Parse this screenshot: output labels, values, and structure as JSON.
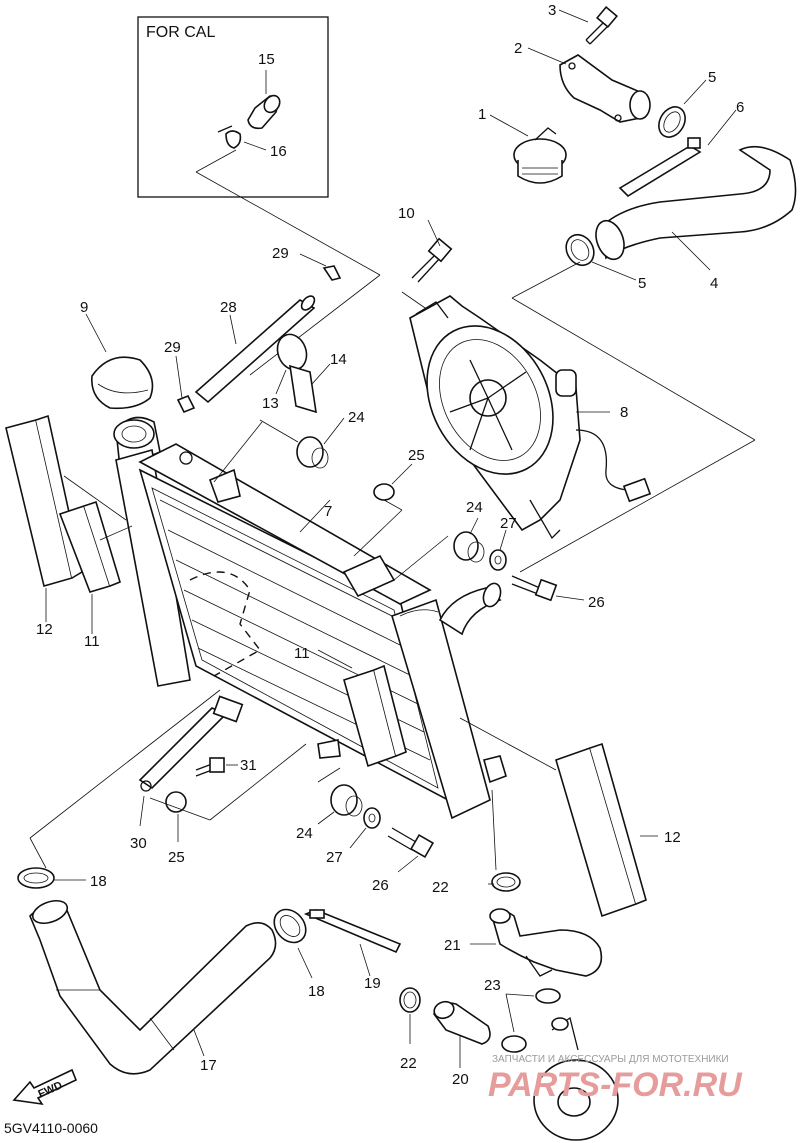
{
  "diagram": {
    "inset_title": "FOR CAL",
    "diagram_code": "5GV4110-0060",
    "direction_arrow": "FWD",
    "callouts": {
      "c1": "1",
      "c2": "2",
      "c3": "3",
      "c4": "4",
      "c5a": "5",
      "c5b": "5",
      "c6": "6",
      "c7": "7",
      "c8": "8",
      "c9": "9",
      "c10": "10",
      "c11a": "11",
      "c11b": "11",
      "c12a": "12",
      "c12b": "12",
      "c13": "13",
      "c14": "14",
      "c15": "15",
      "c16": "16",
      "c17": "17",
      "c18a": "18",
      "c18b": "18",
      "c19": "19",
      "c20": "20",
      "c21": "21",
      "c22a": "22",
      "c22b": "22",
      "c23": "23",
      "c24a": "24",
      "c24b": "24",
      "c24c": "24",
      "c25a": "25",
      "c25b": "25",
      "c26a": "26",
      "c26b": "26",
      "c27a": "27",
      "c27b": "27",
      "c28": "28",
      "c29a": "29",
      "c29b": "29",
      "c30": "30",
      "c31": "31"
    }
  },
  "watermark": {
    "tagline": "ЗАПЧАСТИ И АКСЕССУАРЫ ДЛЯ МОТОТЕХНИКИ",
    "brand": "PARTS-FOR.RU",
    "brand_color": "#e79c9c"
  }
}
